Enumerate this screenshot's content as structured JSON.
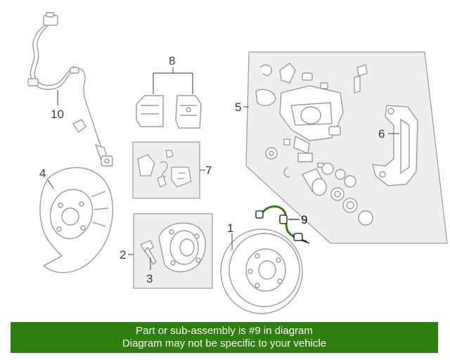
{
  "diagram": {
    "callouts": {
      "c1": "1",
      "c2": "2",
      "c3": "3",
      "c4": "4",
      "c5": "5",
      "c6": "6",
      "c7": "7",
      "c8": "8",
      "c9": "9",
      "c10": "10"
    },
    "highlighted_part": "9",
    "colors": {
      "line_art": "#9a9a9a",
      "highlight": "#2f7f10",
      "panel_fill": "#eeeeee"
    }
  },
  "banner": {
    "line1": "Part or sub-assembly is #9 in diagram",
    "line2": "Diagram may not be specific to your vehicle",
    "background": "#2f7f10"
  }
}
